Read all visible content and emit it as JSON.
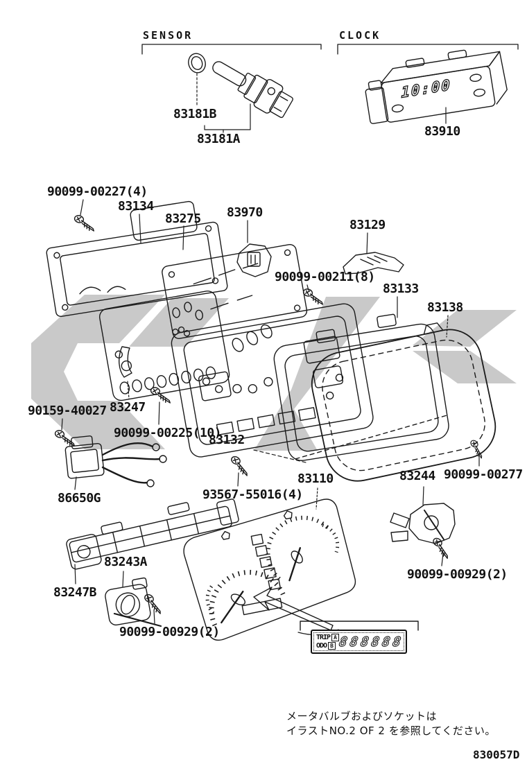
{
  "colors": {
    "line": "#1a1a1a",
    "watermark": "#c9c9c9"
  },
  "sections": {
    "sensor": "SENSOR",
    "clock": "CLOCK"
  },
  "parts": {
    "p83181B": "83181B",
    "p83181A": "83181A",
    "p83910": "83910",
    "p90099_00227": "90099-00227(4)",
    "p83134": "83134",
    "p83275": "83275",
    "p83970": "83970",
    "p83129": "83129",
    "p90099_00211": "90099-00211(8)",
    "p83133": "83133",
    "p83138": "83138",
    "p90159_40027": "90159-40027",
    "p83247": "83247",
    "p90099_00225": "90099-00225(10)",
    "p83132": "83132",
    "p86650G": "86650G",
    "p93567_55016": "93567-55016(4)",
    "p83110": "83110",
    "p83244": "83244",
    "p90099_00277": "90099-00277",
    "p90099_00929_right": "90099-00929(2)",
    "p83243A": "83243A",
    "p83247B": "83247B",
    "p90099_00929_left": "90099-00929(2)"
  },
  "display": {
    "clock_time": "10:00",
    "trip_label": "TRIP",
    "odo_label": "ODO",
    "trip_row_badge": "A",
    "odo_row_badge": "B",
    "odometer_digits": "888888"
  },
  "notes": {
    "line1": "メータバルブおよびソケットは",
    "line2": "イラストNO.2 OF 2 を参照してください。"
  },
  "footer": {
    "doc_code": "830057D"
  }
}
